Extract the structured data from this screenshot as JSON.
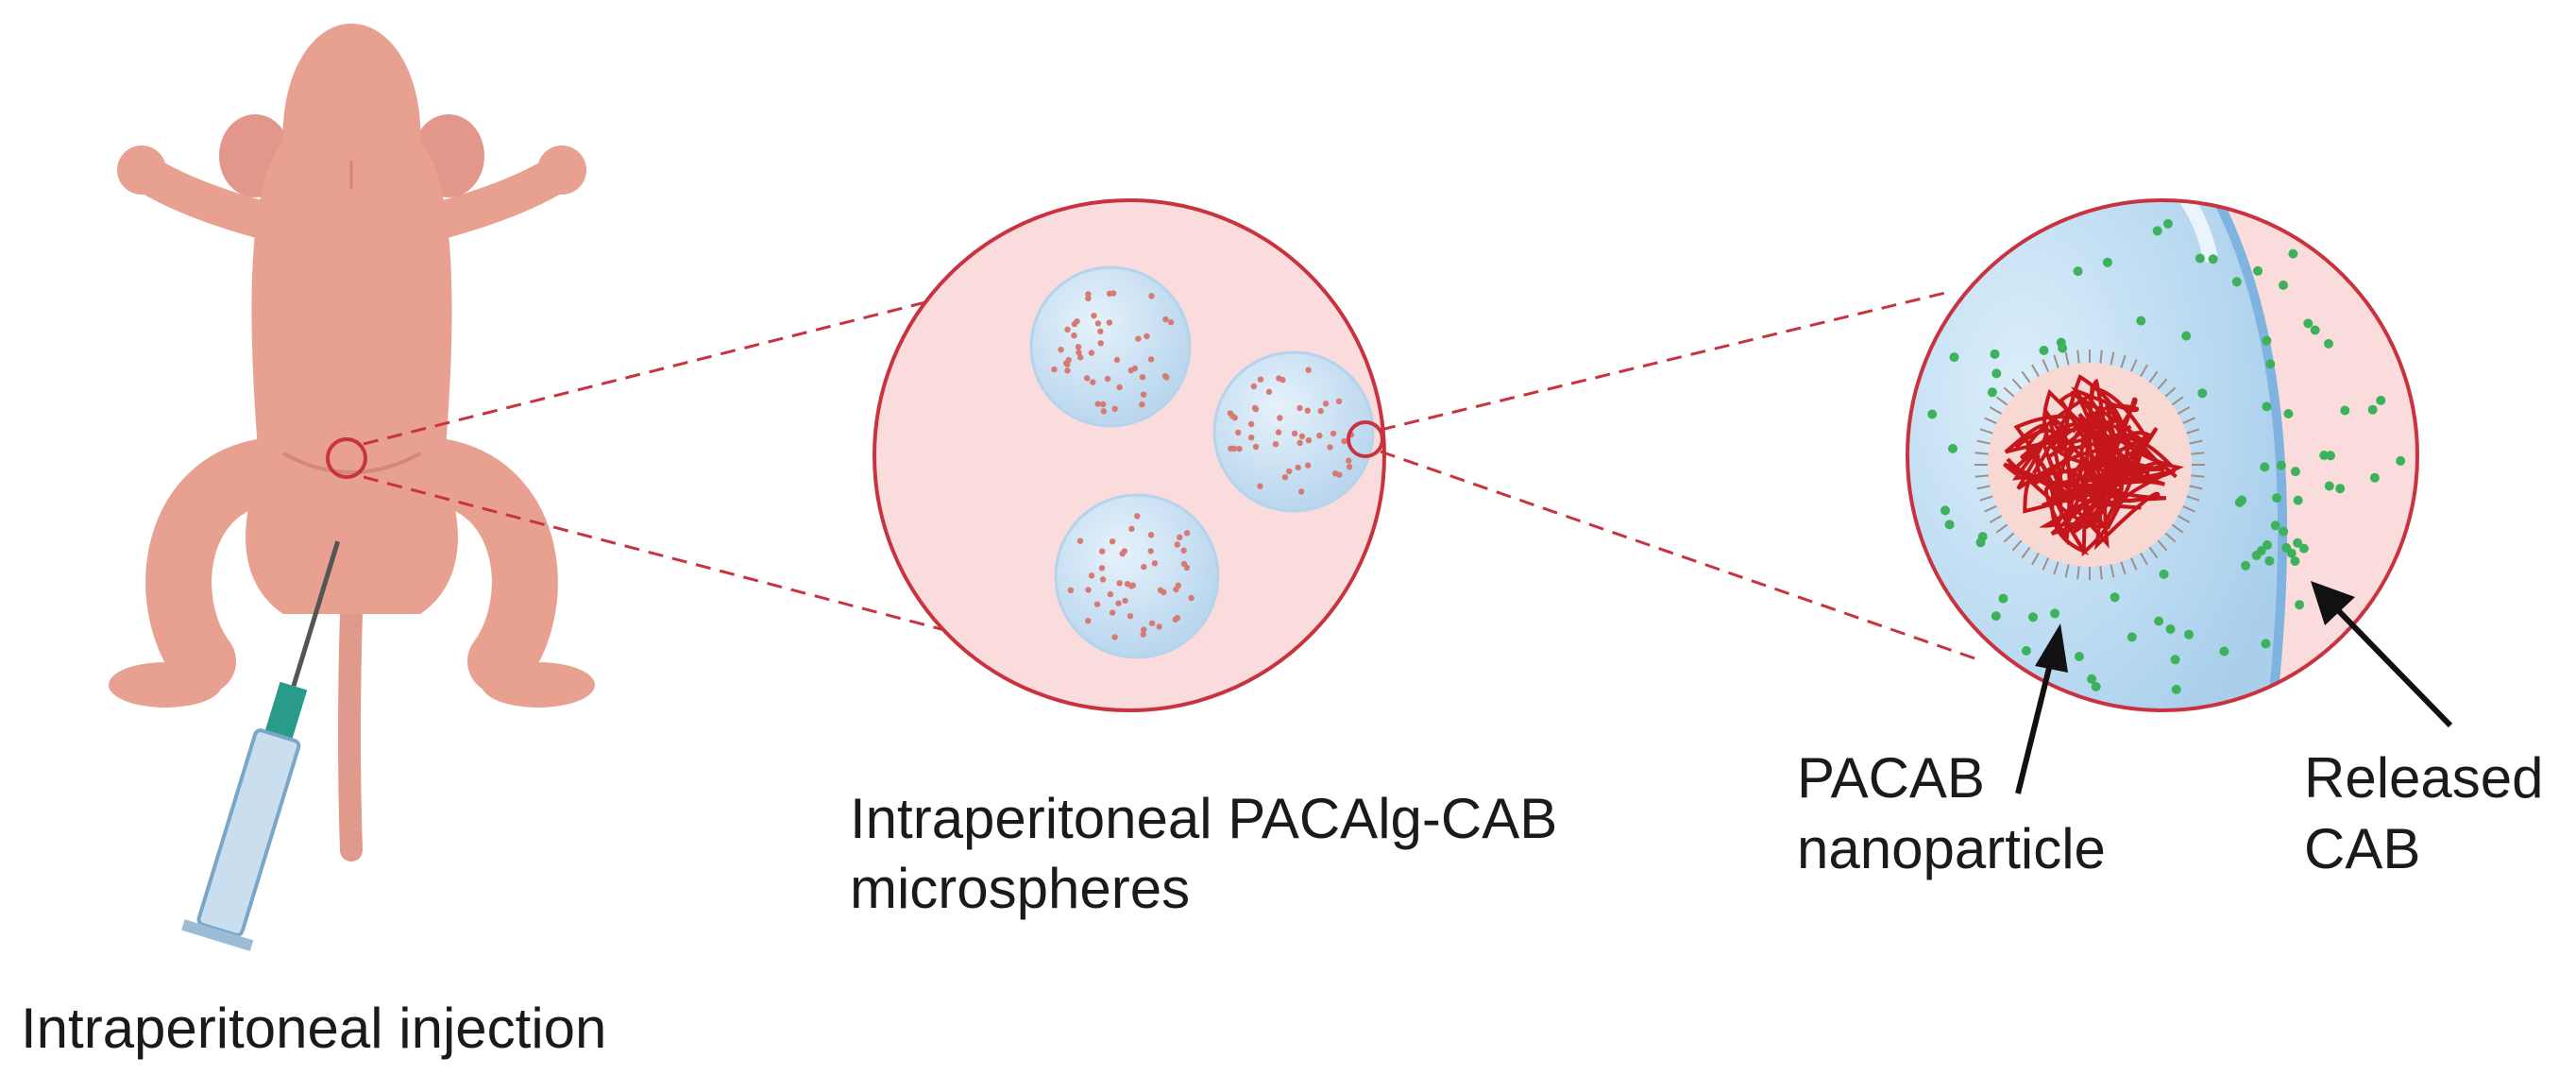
{
  "labels": {
    "injection": "Intraperitoneal injection",
    "microspheres_line1": "Intraperitoneal PACAlg-CAB",
    "microspheres_line2": "microspheres",
    "nanoparticle_line1": "PACAB",
    "nanoparticle_line2": "nanoparticle",
    "released_line1": "Released",
    "released_line2": "CAB"
  },
  "colors": {
    "mouse_skin": "#e8a090",
    "mouse_shadow": "#d4877a",
    "zoom_outline": "#c8333f",
    "zoom_fill": "#fbdcdc",
    "microsphere_fill": "#cfe4f4",
    "microsphere_dots": "#d77a74",
    "nanoparticle_core": "#c5161c",
    "released_drug": "#3cb35a",
    "syringe_barrel": "#c9dff0",
    "syringe_hub": "#2a9a8a"
  },
  "icons": {
    "mouse": "mouse-illustration",
    "syringe": "syringe-icon"
  }
}
